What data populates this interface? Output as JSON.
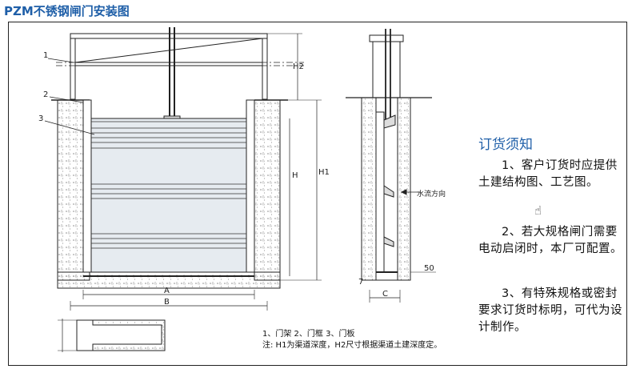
{
  "title": "PZM不锈钢闸门安装图",
  "callouts": {
    "one": "1",
    "two": "2",
    "three": "3",
    "seven": "7"
  },
  "dims": {
    "h2": "H2",
    "h1": "H1",
    "h": "H",
    "a": "A",
    "b": "B",
    "c": "C",
    "fifty": "50"
  },
  "flow_label": "水流方向",
  "legend": "1、门架   2、门框   3、门板",
  "note": "注: H1为渠道深度，H2尺寸根据渠道土建深度定。",
  "order": {
    "title": "订货须知",
    "items": [
      "1、客户订货时应提供土建结构图、工艺图。",
      "2、若大规格闸门需要电动启闭时，本厂可配置。",
      "3、有特殊规格或密封要求订货时标明，可代为设计制作。"
    ]
  },
  "colors": {
    "title": "#1f5fa8",
    "line": "#222222",
    "hatch": "#9a9a9a",
    "gate_fill": "#e6ebf0"
  },
  "icons": {
    "cursor": "hand-cursor-icon"
  }
}
